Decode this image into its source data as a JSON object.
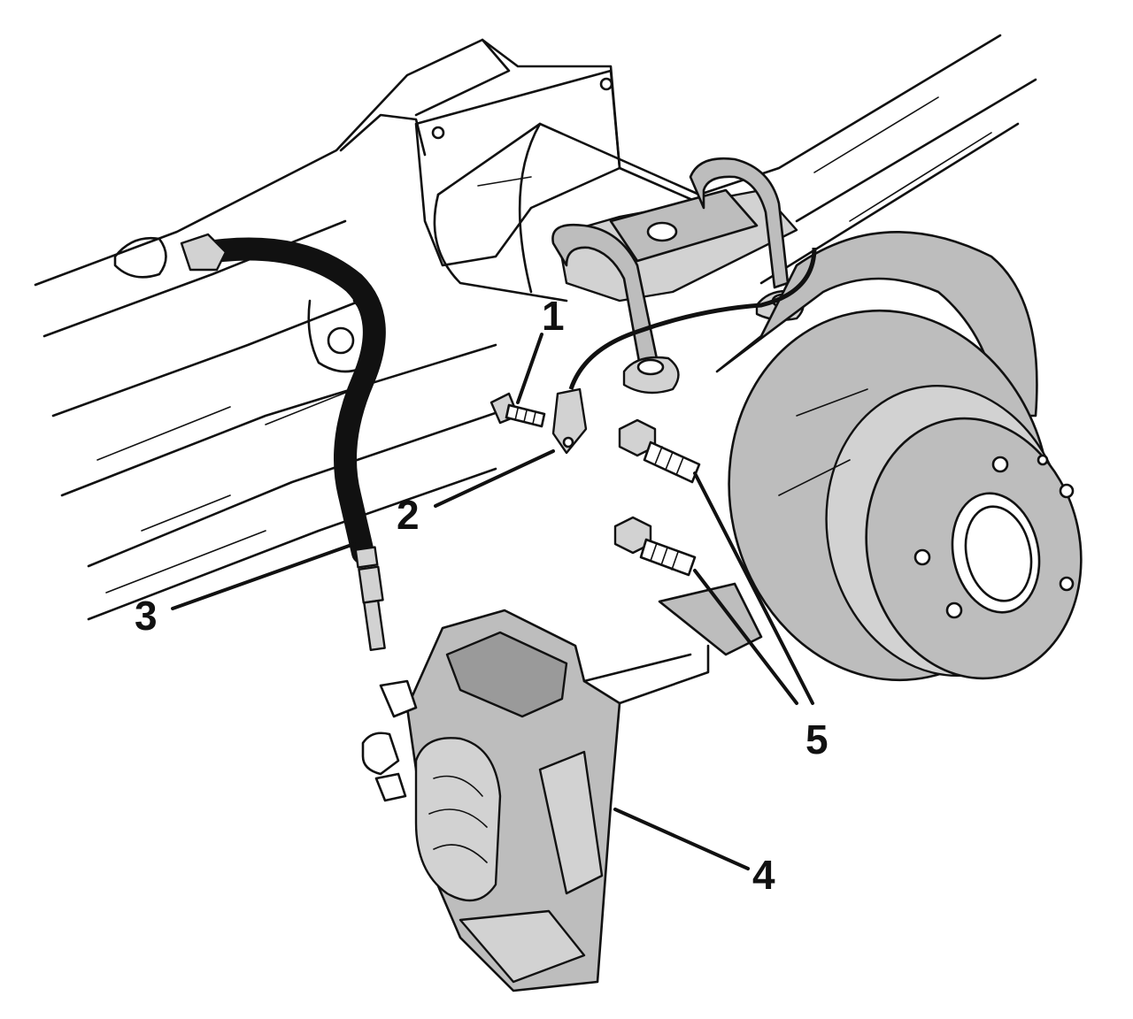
{
  "callouts": [
    {
      "label": "1"
    },
    {
      "label": "2"
    },
    {
      "label": "3"
    },
    {
      "label": "4"
    },
    {
      "label": "5"
    }
  ],
  "colors": {
    "line": "#111111",
    "fill_gray": "#bdbdbd",
    "fill_light": "#d2d2d2",
    "background": "#ffffff"
  }
}
